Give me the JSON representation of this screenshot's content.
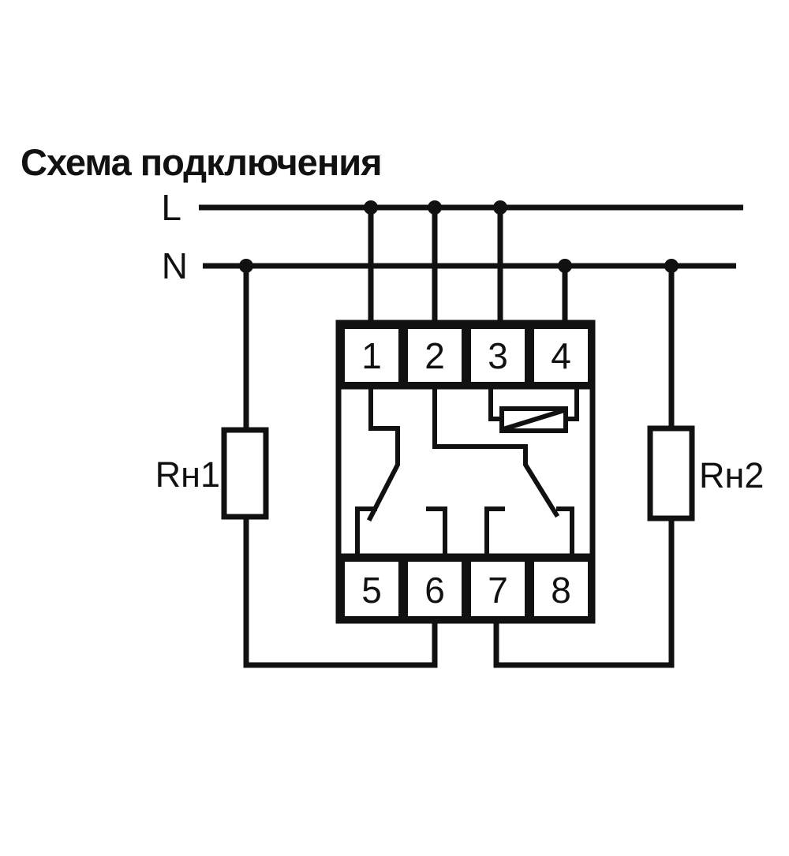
{
  "title": "Схема подключения",
  "diagram": {
    "bus_labels": {
      "live": "L",
      "neutral": "N"
    },
    "loads": [
      {
        "label": "Rн1",
        "position": "left"
      },
      {
        "label": "Rн2",
        "position": "right"
      }
    ],
    "terminals": {
      "top": [
        "1",
        "2",
        "3",
        "4"
      ],
      "bottom": [
        "5",
        "6",
        "7",
        "8"
      ]
    },
    "colors": {
      "line": "#111111",
      "background": "#ffffff",
      "text": "#111111"
    }
  }
}
